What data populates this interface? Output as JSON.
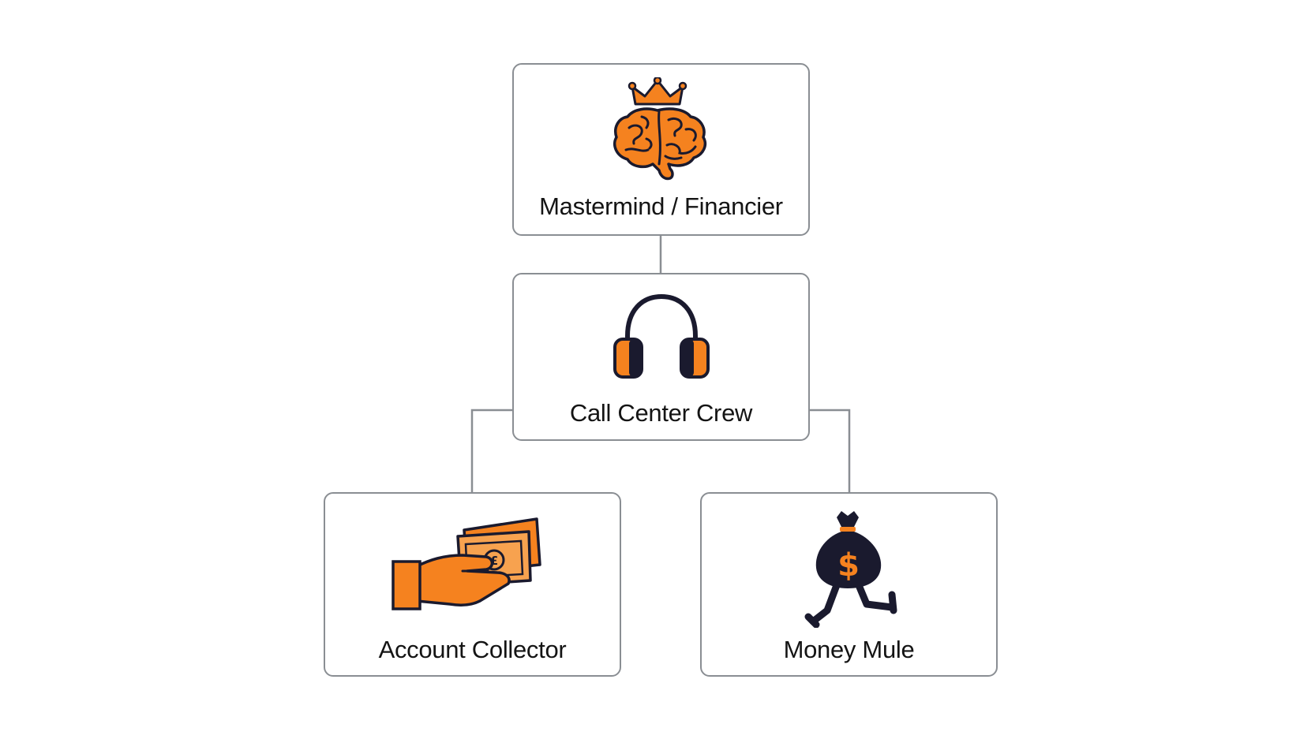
{
  "diagram": {
    "nodes": [
      {
        "id": "mastermind",
        "label": "Mastermind / Financier",
        "icon": "crowned-brain-icon"
      },
      {
        "id": "callcenter",
        "label": "Call Center Crew",
        "icon": "headphones-icon"
      },
      {
        "id": "collector",
        "label": "Account Collector",
        "icon": "hand-with-cash-icon"
      },
      {
        "id": "mule",
        "label": "Money Mule",
        "icon": "running-money-bag-icon"
      }
    ],
    "edges": [
      {
        "from": "mastermind",
        "to": "callcenter"
      },
      {
        "from": "callcenter",
        "to": "collector"
      },
      {
        "from": "callcenter",
        "to": "mule"
      }
    ]
  },
  "colors": {
    "accent": "#f5821f",
    "outline": "#1a1a2e",
    "border": "#8a8e93",
    "connector": "#8a8e93",
    "text": "#141414"
  }
}
